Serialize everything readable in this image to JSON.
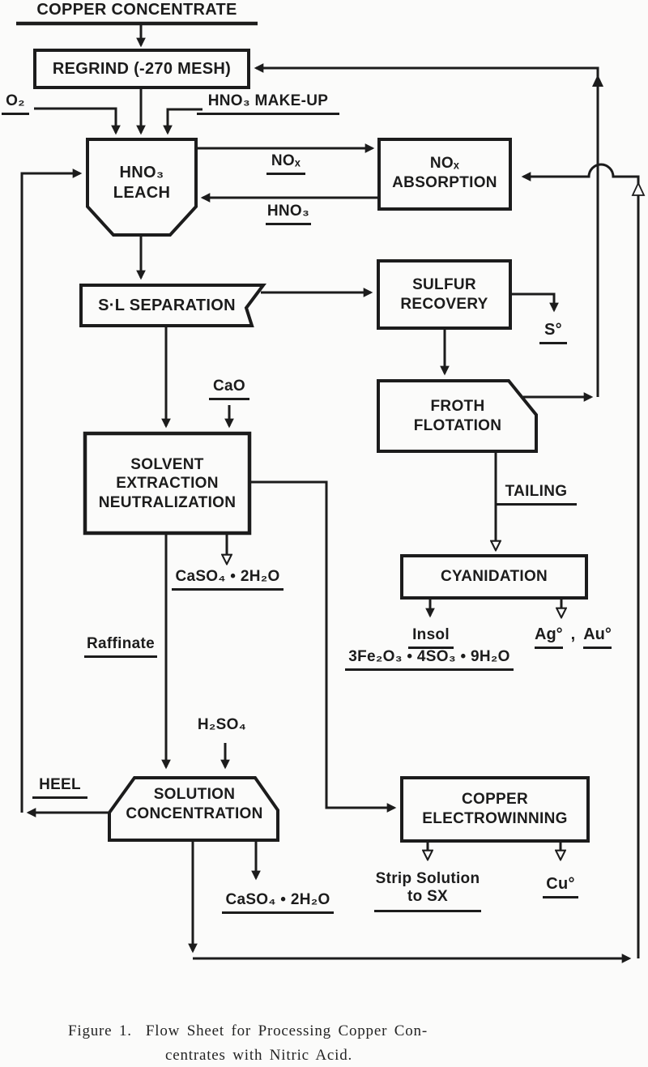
{
  "colors": {
    "ink": "#1c1c1c",
    "paper": "#fbfbfa"
  },
  "title": "COPPER CONCENTRATE",
  "boxes": {
    "regrind": "REGRIND (-270 MESH)",
    "leach": [
      "HNO₃",
      "LEACH"
    ],
    "nox_absorption": [
      "NOₓ",
      "ABSORPTION"
    ],
    "sl_separation": "S·L SEPARATION",
    "sulfur_recovery": [
      "SULFUR",
      "RECOVERY"
    ],
    "froth_flotation": [
      "FROTH",
      "FLOTATION"
    ],
    "solvent_extraction": [
      "SOLVENT",
      "EXTRACTION",
      "NEUTRALIZATION"
    ],
    "cyanidation": "CYANIDATION",
    "solution_concentration": [
      "SOLUTION",
      "CONCENTRATION"
    ],
    "copper_electrowinning": [
      "COPPER",
      "ELECTROWINNING"
    ]
  },
  "streams": {
    "o2": "O₂",
    "hno3_makeup": "HNO₃ MAKE-UP",
    "nox": "NOₓ",
    "hno3_return": "HNO₃",
    "sulfur": "S°",
    "cao": "CaO",
    "gypsum_sx": "CaSO₄ • 2H₂O",
    "raffinate": "Raffinate",
    "tailing": "TAILING",
    "insol": "Insol",
    "insol_formula": "3Fe₂O₃ • 4SO₃ • 9H₂O",
    "silver": "Ag°",
    "comma": ",",
    "gold": "Au°",
    "heel": "HEEL",
    "h2so4": "H₂SO₄",
    "gypsum_sc": "CaSO₄ • 2H₂O",
    "strip_solution": [
      "Strip Solution",
      "to SX"
    ],
    "copper": "Cu°"
  },
  "caption": {
    "line1": "Figure 1.  Flow Sheet for Processing Copper Con-",
    "line2": "centrates with Nitric Acid."
  }
}
